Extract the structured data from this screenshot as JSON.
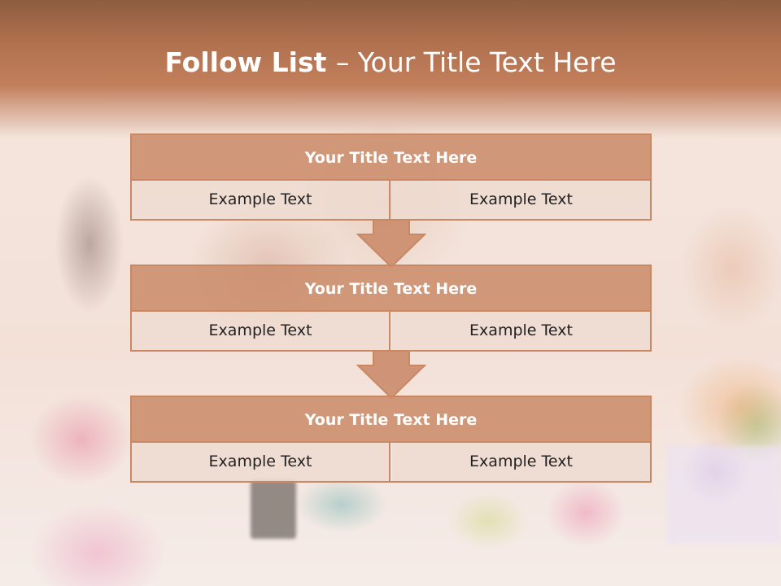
{
  "slide": {
    "title_bold": "Follow List ",
    "title_rest": " – Your Title Text Here"
  },
  "blocks": [
    {
      "title": "Your Title Text Here",
      "left": "Example Text",
      "right": "Example Text"
    },
    {
      "title": "Your Title Text Here",
      "left": "Example Text",
      "right": "Example Text"
    },
    {
      "title": "Your Title Text Here",
      "left": "Example Text",
      "right": "Example Text"
    }
  ],
  "colors": {
    "header": "#b0704e",
    "title_bar": "#cb8c6b",
    "border": "#c98863",
    "cell": "#eedad0"
  }
}
